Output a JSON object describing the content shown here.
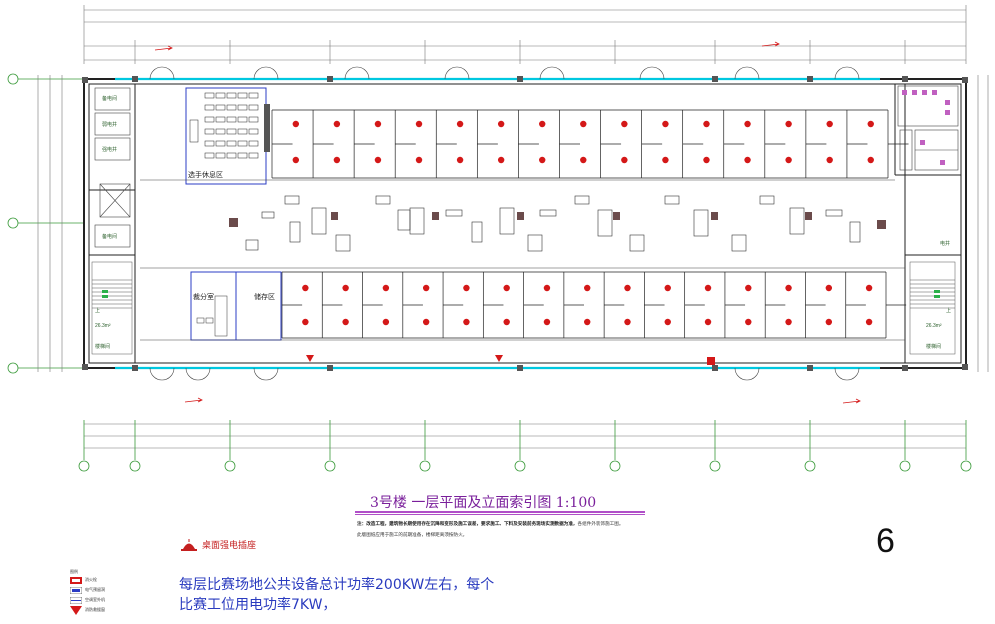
{
  "drawing": {
    "title": "3号楼 一层平面及立面索引图 1:100",
    "note_line1_prefix": "注：改造工程，建筑物长期使用存在沉降和变形及施工误差，要求施工、下料及安装前务现场实测数据为准，",
    "note_line1_suffix": "各组件外装饰施工图。",
    "note_line2": "此版图纸应用于施工的前期准备，楼梯距离须按防火。",
    "page_number": "6"
  },
  "rooms": {
    "player_rest": "选手休息区",
    "referee_room": "裁分室",
    "storage": "储存区",
    "left_rooms": [
      "备电间",
      "弱电井",
      "强电井",
      "备电间"
    ],
    "stair_left": "楼梯间",
    "stair_right": "楼梯间",
    "right_room": "电井",
    "elev_left": "26.3m²",
    "elev_right": "26.3m²",
    "up_left": "上",
    "up_right": "上"
  },
  "socket_legend": {
    "label": "桌面强电插座",
    "color": "#c41f1f"
  },
  "power_text": {
    "line1": "每层比赛场地公共设备总计功率200KW左右，每个",
    "line2": "比赛工位用电功率7KW，"
  },
  "legend": {
    "heading": "图例",
    "items": [
      {
        "label": "消火栓",
        "icon": "hydrant-icon"
      },
      {
        "label": "电气预留洞",
        "icon": "electric-opening-icon"
      },
      {
        "label": "空调室外机",
        "icon": "ac-unit-icon"
      },
      {
        "label": "消防救援窗",
        "icon": "rescue-window-icon"
      }
    ]
  },
  "colors": {
    "wall": "#222222",
    "line": "#555555",
    "dim": "#777777",
    "glass": "#00c8e0",
    "axis": "#3a9a3a",
    "socket": "#d41818",
    "room_border": "#2b3cc4",
    "title": "#7a1f9b",
    "power_text": "#2a3bbf"
  }
}
